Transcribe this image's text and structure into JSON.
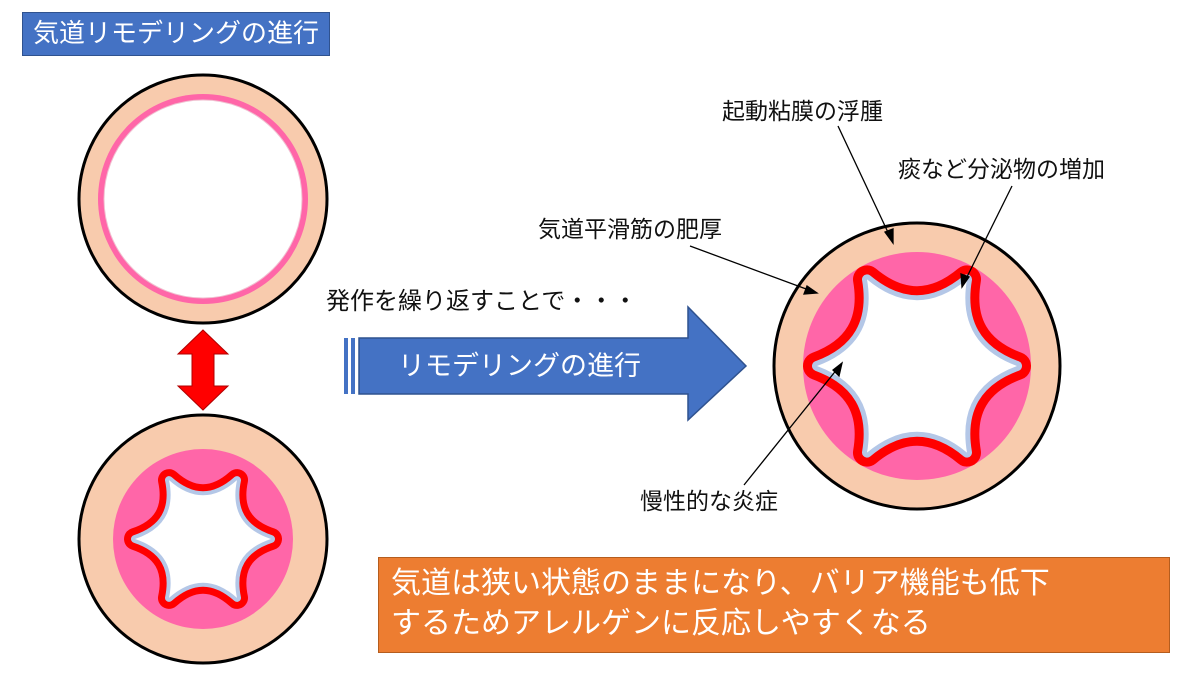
{
  "title": "気道リモデリングの進行",
  "repeat_text": "発作を繰り返すことで・・・",
  "arrow_label": "リモデリングの進行",
  "labels": {
    "mucosa_edema": "起動粘膜の浮腫",
    "secretion": "痰など分泌物の増加",
    "smooth_muscle": "気道平滑筋の肥厚",
    "inflammation": "慢性的な炎症"
  },
  "summary": {
    "line1": "気道は狭い状態のままになり、バリア機能も低下",
    "line2": "するためアレルゲンに反応しやすくなる"
  },
  "colors": {
    "title_bg": "#4472c4",
    "arrow_fill": "#4472c4",
    "summary_bg": "#ed7d31",
    "outer_tissue": "#f8cbad",
    "muscle_layer": "#ff66a8",
    "inflammation": "#ff0000",
    "secretion": "#b4c7e7",
    "double_arrow": "#ff0000"
  }
}
